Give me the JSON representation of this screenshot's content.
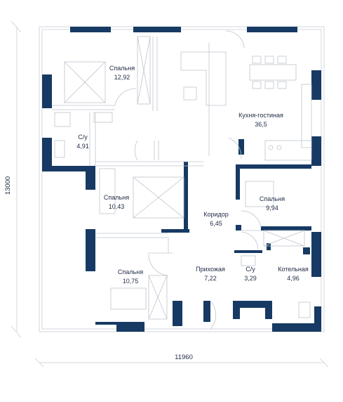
{
  "dimensions": {
    "width": "11960",
    "height": "13000"
  },
  "rooms": [
    {
      "name": "Спальня",
      "area": "12,92"
    },
    {
      "name": "Кухня-гостиная",
      "area": "36,5"
    },
    {
      "name": "С/у",
      "area": "4,91"
    },
    {
      "name": "Спальня",
      "area": "10,43"
    },
    {
      "name": "Спальня",
      "area": "9,94"
    },
    {
      "name": "Коридор",
      "area": "6,45"
    },
    {
      "name": "Спальня",
      "area": "10,75"
    },
    {
      "name": "Прихожая",
      "area": "7,22"
    },
    {
      "name": "С/у",
      "area": "3,29"
    },
    {
      "name": "Котельная",
      "area": "4,96"
    }
  ],
  "colors": {
    "wall": "#163a63",
    "thin_line": "#c9ced8",
    "text": "#1f2a44"
  }
}
